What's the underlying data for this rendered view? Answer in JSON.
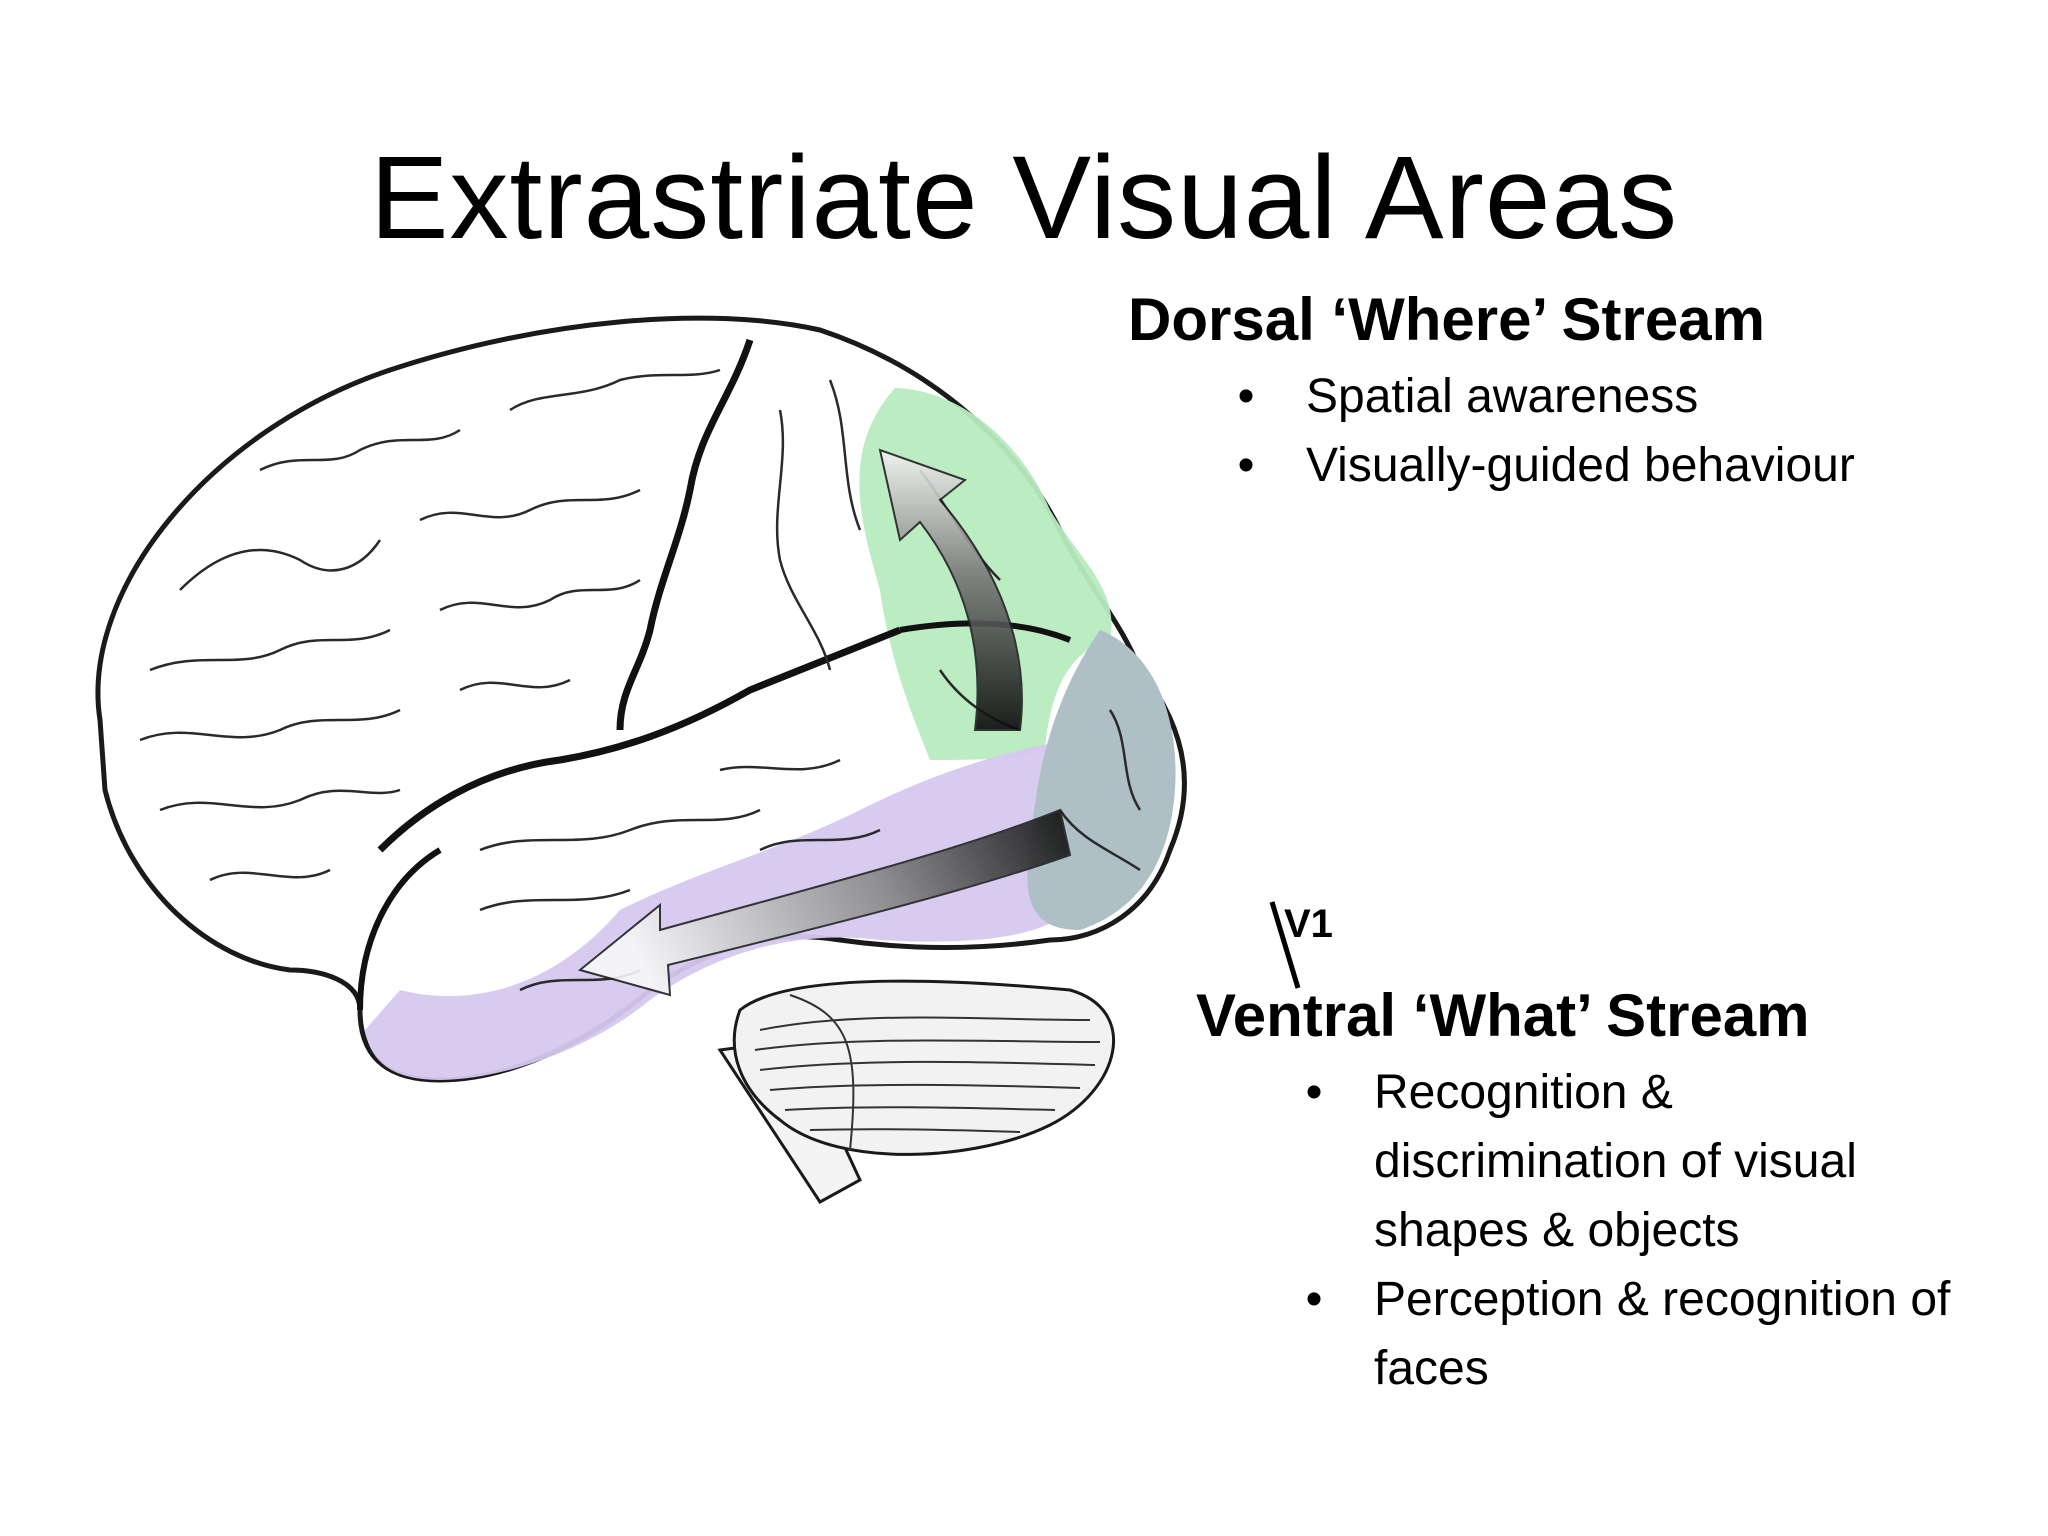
{
  "title": "Extrastriate Visual Areas",
  "dorsal": {
    "heading": "Dorsal ‘Where’ Stream",
    "bullet": "•",
    "items": [
      "Spatial awareness",
      "Visually-guided behaviour"
    ]
  },
  "ventral": {
    "heading": "Ventral ‘What’ Stream",
    "bullet": "•",
    "items": [
      "Recognition & discrimination of visual shapes & objects",
      "Perception & recognition of faces"
    ]
  },
  "v1_label": "V1",
  "colors": {
    "dorsal_region": "#b8ebbf",
    "ventral_region": "#d6c8ef",
    "v1_region": "#aebfc6",
    "outline": "#1a1a1a"
  }
}
